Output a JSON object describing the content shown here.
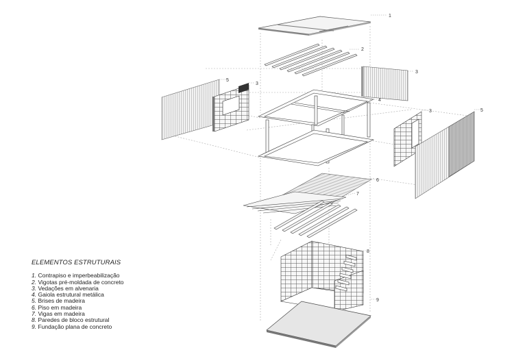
{
  "legend": {
    "title": "ELEMENTOS ESTRUTURAIS",
    "items": [
      {
        "n": "1.",
        "text": "Contrapiso e imperbeabilização"
      },
      {
        "n": "2.",
        "text": "Vigotas pré-moldada de concreto"
      },
      {
        "n": "3.",
        "text": "Vedações em alvenaria"
      },
      {
        "n": "4.",
        "text": "Gaiola estrutural metálica"
      },
      {
        "n": "5.",
        "text": "Brises de madeira"
      },
      {
        "n": "6.",
        "text": "Piso em madeira"
      },
      {
        "n": "7.",
        "text": "Vigas em madeira"
      },
      {
        "n": "8.",
        "text": "Paredes de bloco estrutural"
      },
      {
        "n": "9.",
        "text": "Fundação plana de concreto"
      }
    ]
  },
  "callouts": {
    "c1": "1",
    "c2": "2",
    "c3a": "3",
    "c3b": "3",
    "c3c": "3",
    "c4": "4",
    "c5a": "5",
    "c5b": "5",
    "c6": "6",
    "c7": "7",
    "c8": "8",
    "c9": "9"
  }
}
